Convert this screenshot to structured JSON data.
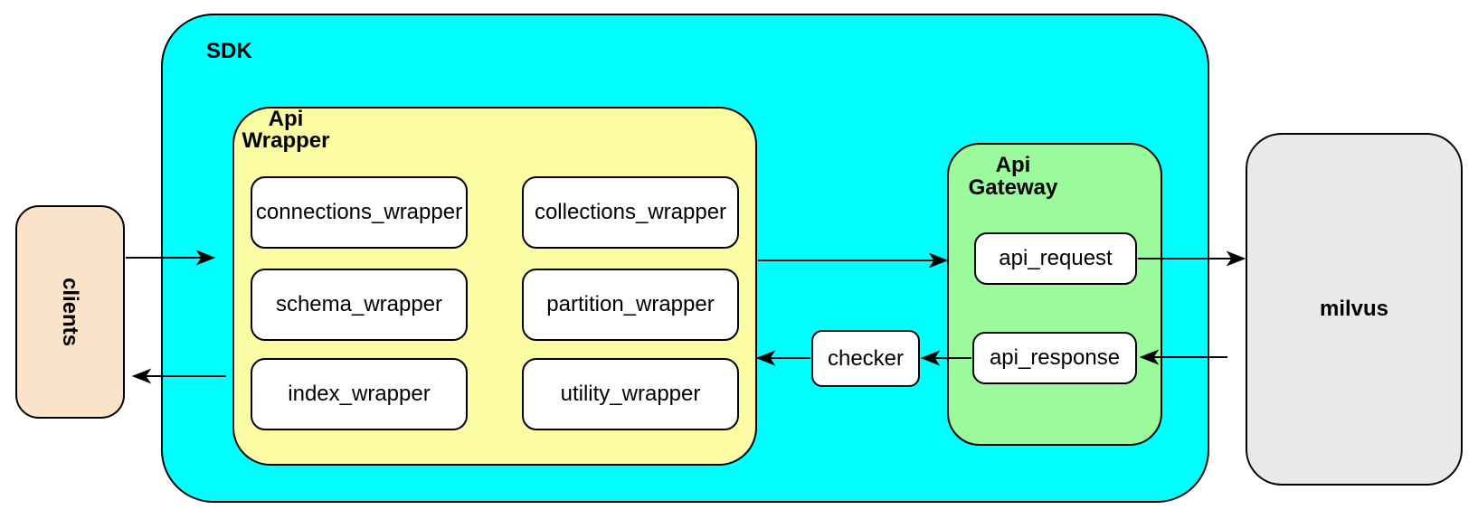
{
  "canvas": {
    "background": "#ffffff"
  },
  "containers": {
    "sdk": {
      "label": "SDK",
      "fill": "#00ffff"
    },
    "api_wrapper": {
      "label_lines": [
        "Api",
        "Wrapper"
      ],
      "fill": "#fcfca4"
    },
    "api_gateway": {
      "label_lines": [
        "Api",
        "Gateway"
      ],
      "fill": "#9bfa9b"
    },
    "clients": {
      "label": "clients",
      "fill": "#fbe3c9",
      "text_rotation_deg": 90
    },
    "milvus": {
      "label": "milvus",
      "fill": "#e9e9e9"
    }
  },
  "api_wrapper_boxes": [
    {
      "label": "connections_wrapper"
    },
    {
      "label": "collections_wrapper"
    },
    {
      "label": "schema_wrapper"
    },
    {
      "label": "partition_wrapper"
    },
    {
      "label": "index_wrapper"
    },
    {
      "label": "utility_wrapper"
    }
  ],
  "api_gateway_boxes": [
    {
      "label": "api_request"
    },
    {
      "label": "api_response"
    }
  ],
  "checker_box": {
    "label": "checker"
  },
  "arrows": [
    {
      "name": "clients-to-sdk",
      "direction": "right"
    },
    {
      "name": "sdk-to-clients",
      "direction": "left"
    },
    {
      "name": "api-wrapper-to-api-gateway",
      "direction": "right"
    },
    {
      "name": "api-request-to-milvus",
      "direction": "right"
    },
    {
      "name": "milvus-to-api-response",
      "direction": "left"
    },
    {
      "name": "api-response-to-checker",
      "direction": "left"
    },
    {
      "name": "checker-to-api-wrapper",
      "direction": "left"
    }
  ],
  "stroke_color": "#000000"
}
